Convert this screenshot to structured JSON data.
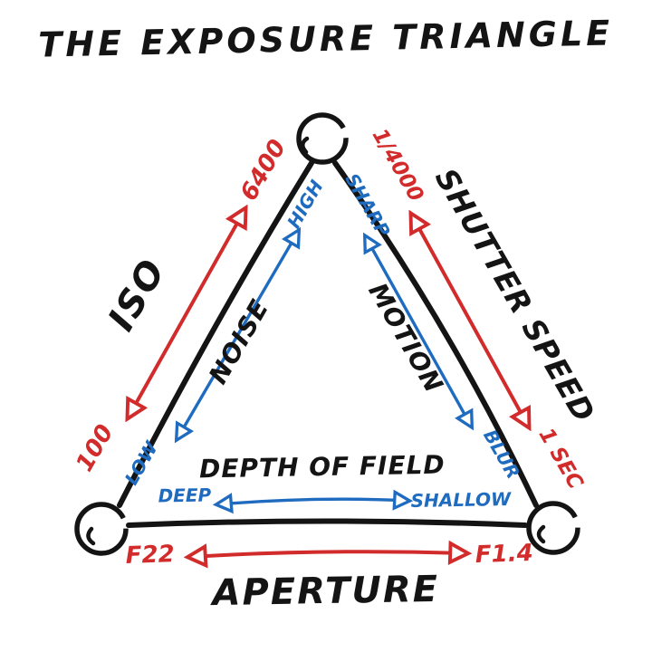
{
  "title": "THE EXPOSURE TRIANGLE",
  "colors": {
    "ink": "#141414",
    "red": "#d22b2b",
    "blue": "#1e6bbf"
  },
  "iso": {
    "label": "ISO",
    "min": "100",
    "max": "6400"
  },
  "shutter": {
    "label": "SHUTTER SPEED",
    "fast": "1/4000",
    "slow": "1 SEC"
  },
  "aperture": {
    "label": "APERTURE",
    "min": "F22",
    "max": "F1.4"
  },
  "noise": {
    "label": "NOISE",
    "low": "LOW",
    "high": "HIGH"
  },
  "motion": {
    "label": "MOTION",
    "sharp": "SHARP",
    "blur": "BLUR"
  },
  "depth_of_field": {
    "label": "DEPTH OF FIELD",
    "deep": "DEEP",
    "shallow": "SHALLOW"
  }
}
